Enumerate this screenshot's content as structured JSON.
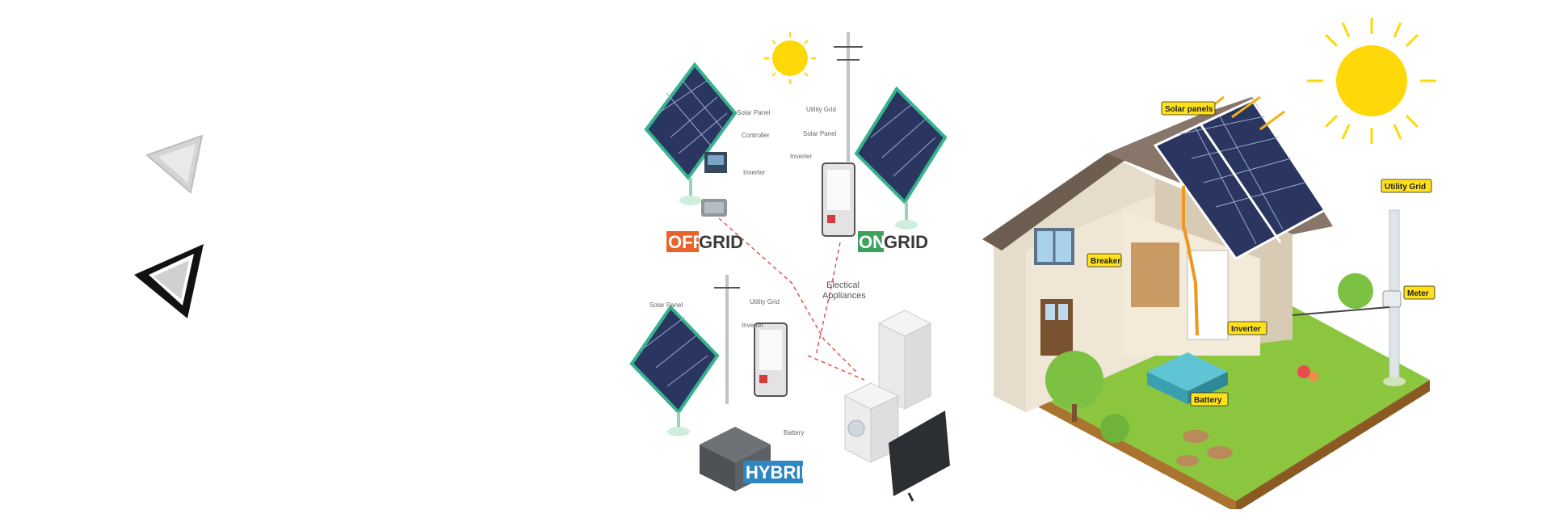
{
  "colors": {
    "off_accent": "#e8622a",
    "on_accent": "#3aa25a",
    "hybrid_accent": "#2f86c1",
    "grid_text": "#3a3a3a",
    "sun": "#ffd80a",
    "panel": "#2a3560",
    "tag_bg": "#ffe11a"
  },
  "icons": {
    "prev": "play-left-light-icon",
    "next": "play-left-outlined-icon"
  },
  "left_diagram": {
    "offgrid": {
      "off": "OFF",
      "grid": "GRID",
      "labels": [
        "Solar Panel",
        "Controller",
        "Inverter"
      ]
    },
    "ongrid": {
      "on": "ON",
      "grid": "GRID",
      "labels": [
        "Utility Grid",
        "Solar Panel",
        "Inverter"
      ]
    },
    "hybrid": {
      "title": "HYBRID",
      "labels": [
        "Solar Panel",
        "Utility Grid",
        "Inverter",
        "Battery"
      ]
    },
    "appliances": {
      "line1": "Electical",
      "line2": "Appliances"
    }
  },
  "right_diagram": {
    "tags": {
      "solar_panels": "Solar panels",
      "utility_grid": "Utility Grid",
      "breaker": "Breaker",
      "meter": "Meter",
      "inverter": "Inverter",
      "battery": "Battery"
    }
  }
}
